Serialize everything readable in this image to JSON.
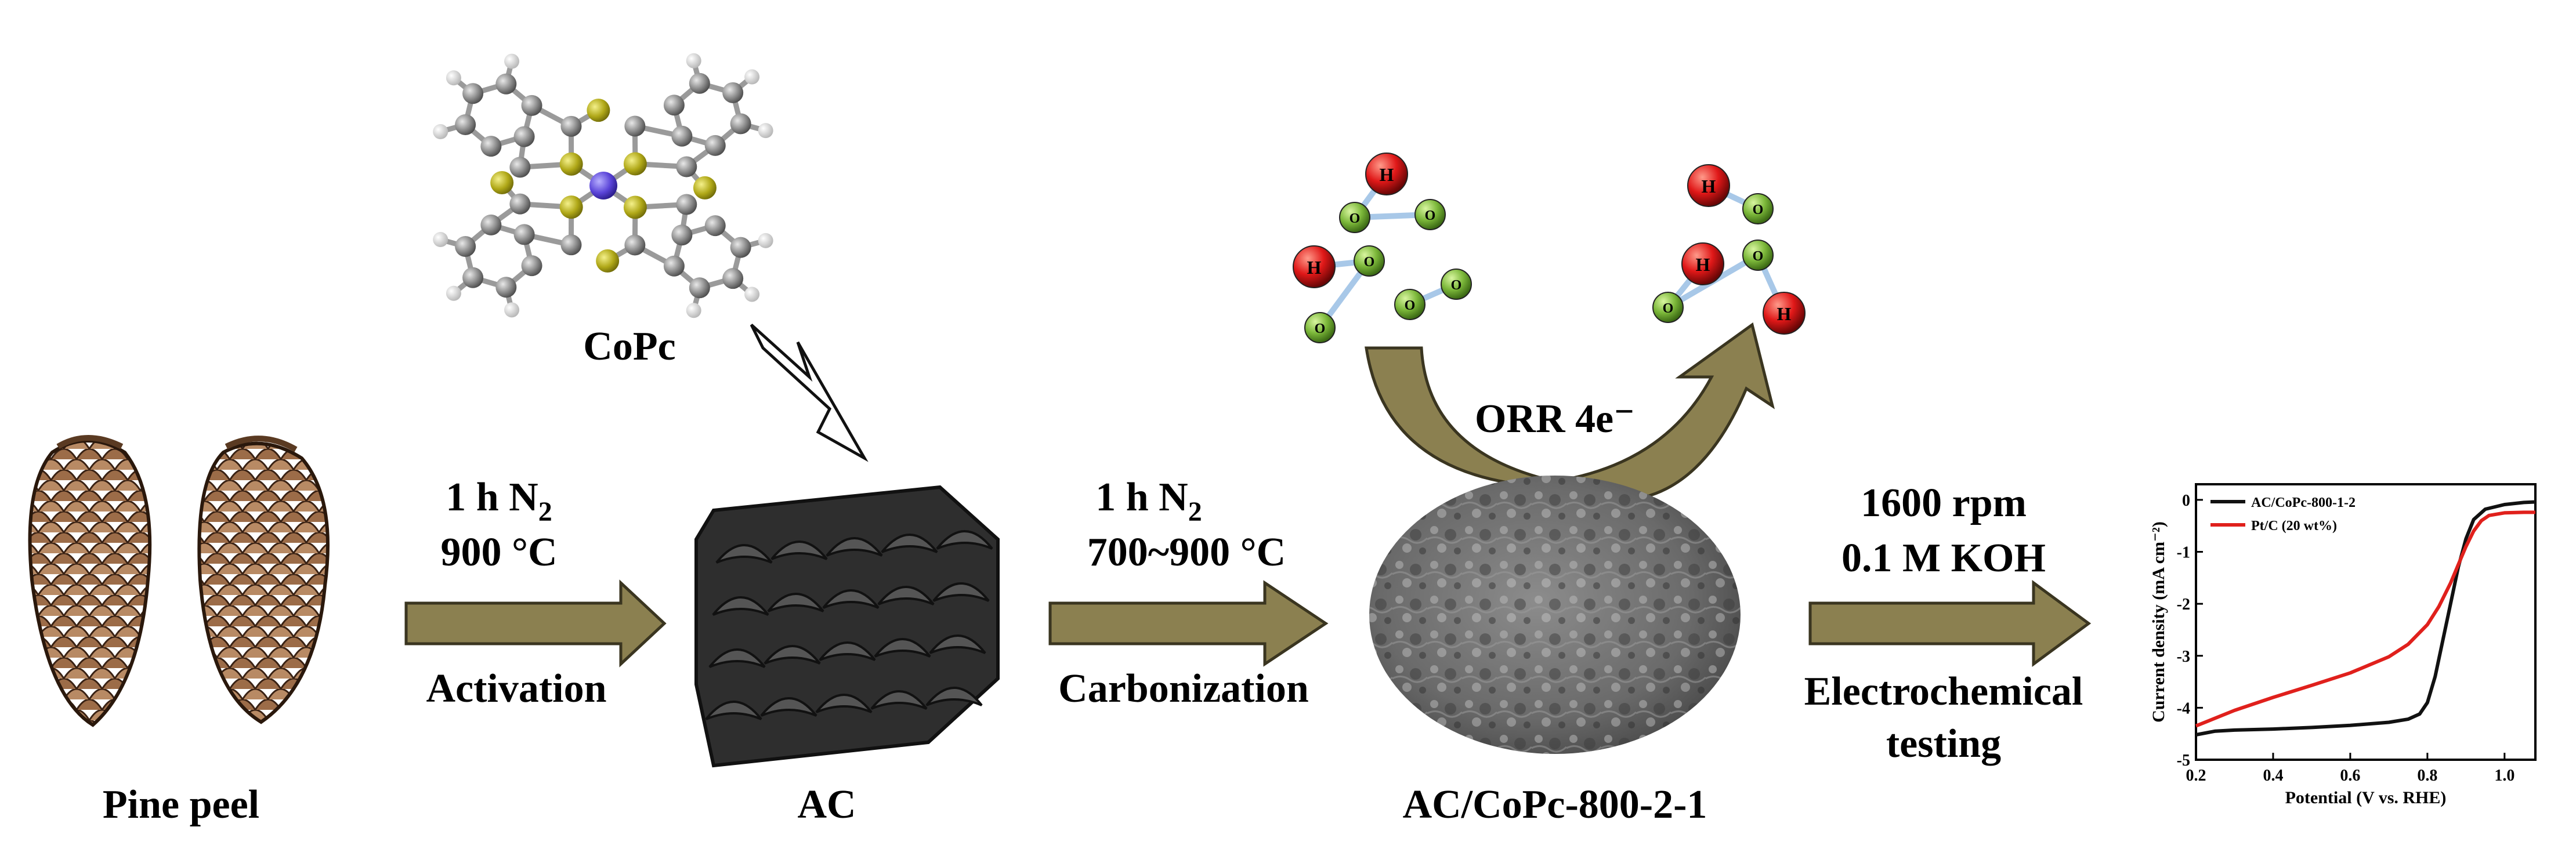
{
  "labels": {
    "pine_peel": "Pine peel",
    "copc": "CoPc",
    "ac": "AC",
    "product": "AC/CoPc-800-2-1",
    "orr": "ORR 4e⁻"
  },
  "step1": {
    "line1_main": "1 h N",
    "line1_sub": "2",
    "line2": "900 °C",
    "label": "Activation"
  },
  "step2": {
    "line1_main": "1 h N",
    "line1_sub": "2",
    "line2": "700~900 °C",
    "label": "Carbonization"
  },
  "step3": {
    "line1": "1600 rpm",
    "line2": "0.1 M KOH",
    "label_line1": "Electrochemical",
    "label_line2": "testing"
  },
  "molecule_letters": {
    "h": "H",
    "o": "O"
  },
  "colors": {
    "arrow_fill": "#8b8050",
    "arrow_stroke": "#3a3520",
    "red_series": "#e0201c",
    "black_series": "#111111"
  },
  "chart_data": {
    "type": "line",
    "xlabel": "Potential (V vs. RHE)",
    "ylabel": "Current density (mA cm⁻²)",
    "xlim": [
      0.2,
      1.08
    ],
    "ylim": [
      -5,
      0.3
    ],
    "x_ticks": [
      "0.2",
      "0.4",
      "0.6",
      "0.8",
      "1.0"
    ],
    "y_ticks": [
      "0",
      "-1",
      "-2",
      "-3",
      "-4",
      "-5"
    ],
    "legend_position": "top-left",
    "series": [
      {
        "name": "AC/CoPc-800-1-2",
        "color": "#111111",
        "x": [
          0.2,
          0.25,
          0.3,
          0.4,
          0.5,
          0.6,
          0.7,
          0.75,
          0.78,
          0.8,
          0.82,
          0.84,
          0.86,
          0.88,
          0.9,
          0.92,
          0.95,
          1.0,
          1.05,
          1.08
        ],
        "y": [
          -4.52,
          -4.45,
          -4.43,
          -4.41,
          -4.38,
          -4.34,
          -4.28,
          -4.22,
          -4.12,
          -3.9,
          -3.4,
          -2.7,
          -2.0,
          -1.3,
          -0.75,
          -0.38,
          -0.18,
          -0.09,
          -0.05,
          -0.04
        ]
      },
      {
        "name": "Pt/C (20 wt%)",
        "color": "#e0201c",
        "x": [
          0.2,
          0.3,
          0.4,
          0.5,
          0.6,
          0.7,
          0.75,
          0.8,
          0.83,
          0.86,
          0.88,
          0.9,
          0.92,
          0.94,
          0.96,
          1.0,
          1.05,
          1.08
        ],
        "y": [
          -4.35,
          -4.05,
          -3.8,
          -3.57,
          -3.33,
          -3.02,
          -2.78,
          -2.4,
          -2.05,
          -1.6,
          -1.25,
          -0.9,
          -0.6,
          -0.4,
          -0.3,
          -0.25,
          -0.24,
          -0.24
        ]
      }
    ]
  }
}
